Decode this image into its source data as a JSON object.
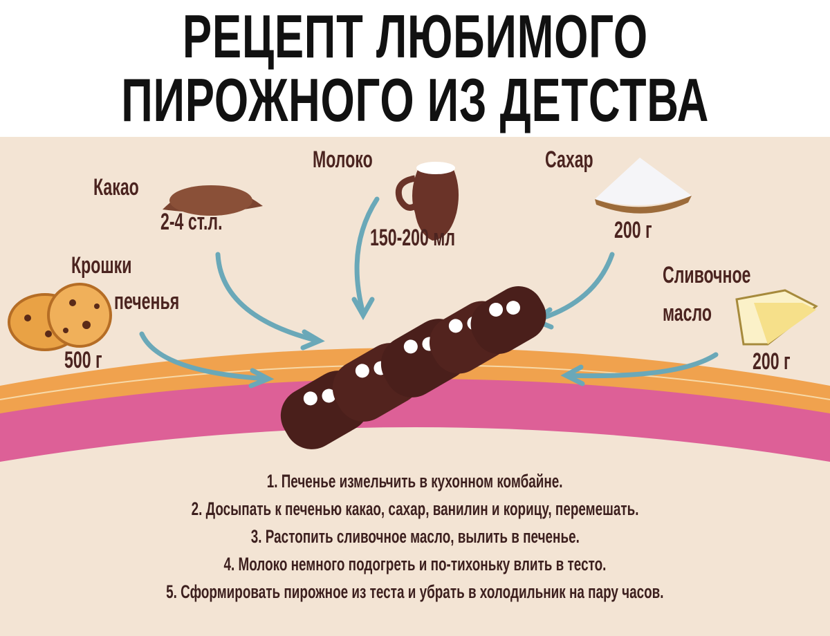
{
  "title": {
    "line1": "РЕЦЕПТ ЛЮБИМОГО",
    "line2": "ПИРОЖНОГО ИЗ ДЕТСТВА"
  },
  "ingredients": {
    "cocoa": {
      "name": "Какао",
      "amount": "2-4 ст.л."
    },
    "milk": {
      "name": "Молоко",
      "amount": "150-200 мл"
    },
    "sugar": {
      "name": "Сахар",
      "amount": "200 г"
    },
    "cookies": {
      "name_line1": "Крошки",
      "name_line2": "печенья",
      "amount": "500 г"
    },
    "butter": {
      "name_line1": "Сливочное",
      "name_line2": "масло",
      "amount": "200 г"
    }
  },
  "steps": [
    "1. Печенье измельчить в кухонном комбайне.",
    "2. Досыпать к печенью какао, сахар, ванилин и корицу, перемешать.",
    "3. Растопить сливочное масло, вылить в печенье.",
    "4. Молоко немного подогреть и по-тихоньку влить в тесто.",
    "5. Сформировать пирожное из теста и убрать в холодильник на пару часов."
  ],
  "colors": {
    "background": "#f3e4d4",
    "text": "#4b2420",
    "arrow": "#6aa8b8",
    "band_orange": "#f0a24e",
    "band_pink": "#dd6097",
    "cake": "#4a1f1b"
  }
}
